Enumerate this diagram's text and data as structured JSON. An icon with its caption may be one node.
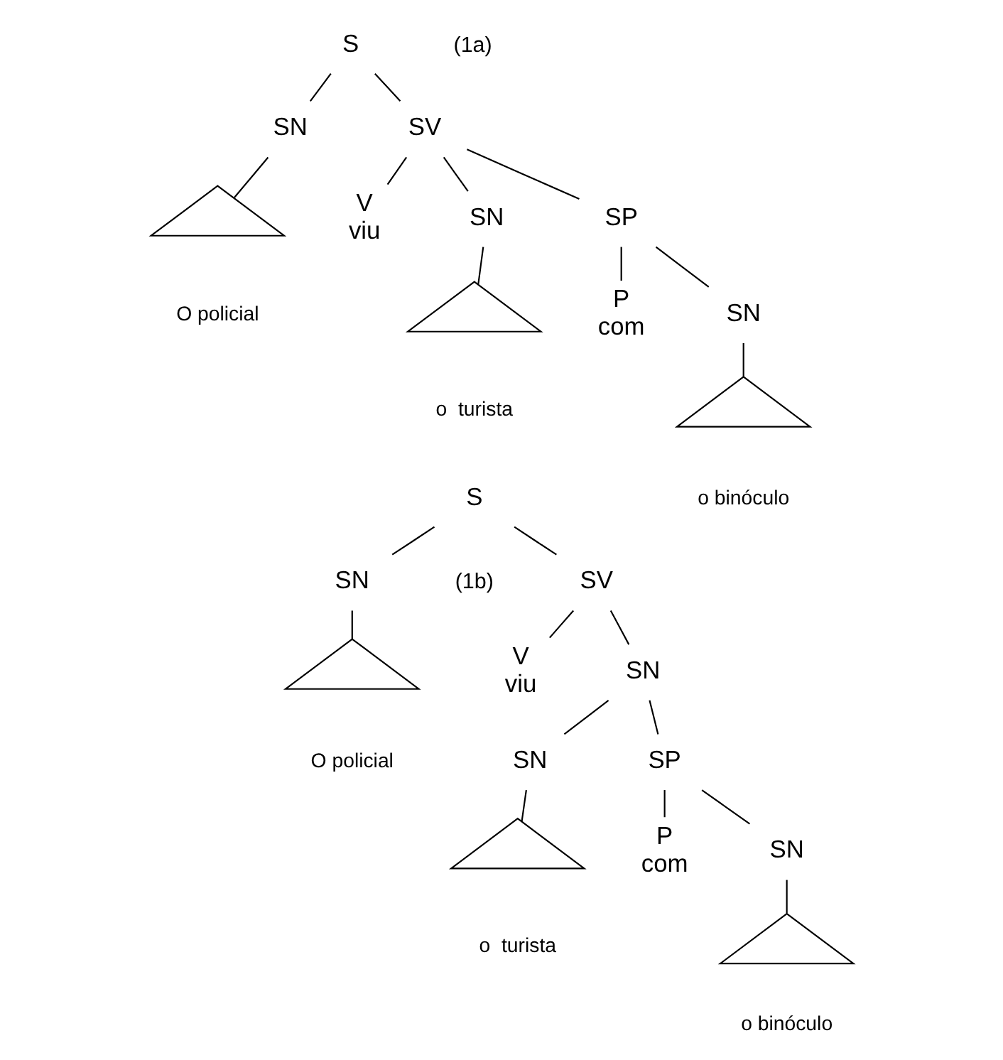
{
  "diagram": {
    "nodes": [
      {
        "text": [
          "S"
        ]
      },
      {
        "text": [
          "SN"
        ]
      },
      {
        "text": [],
        "shape": "triangle",
        "beside": [
          "O policial"
        ]
      },
      {
        "text": [
          "SV"
        ]
      },
      {
        "text": [
          "V",
          "viu"
        ]
      },
      {
        "text": [
          "SN"
        ]
      },
      {
        "text": [],
        "shape": "triangle",
        "beside": [
          "o  turista"
        ]
      },
      {
        "text": [
          "SP"
        ]
      },
      {
        "text": [
          "P",
          "com"
        ]
      },
      {
        "text": [
          "SN"
        ]
      },
      {
        "text": [],
        "shape": "triangle",
        "beside": [
          "o binóculo"
        ]
      },
      {
        "text": [
          "S"
        ]
      },
      {
        "text": [
          "SN"
        ]
      },
      {
        "text": [],
        "shape": "triangle",
        "beside": [
          "O policial"
        ]
      },
      {
        "text": [
          "SV"
        ]
      },
      {
        "text": [
          "V",
          "viu"
        ]
      },
      {
        "text": [
          "SN"
        ]
      },
      {
        "text": [
          "SN"
        ]
      },
      {
        "text": [],
        "shape": "triangle",
        "beside": [
          "o  turista"
        ]
      },
      {
        "text": [
          "SP"
        ]
      },
      {
        "text": [
          "P",
          "com"
        ]
      },
      {
        "text": [
          "SN"
        ]
      },
      {
        "text": [],
        "shape": "triangle",
        "beside": [
          "o binóculo"
        ]
      }
    ],
    "edges": [
      {
        "from": 0,
        "to": 1,
        "arrow": "none"
      },
      {
        "from": 0,
        "to": 3,
        "arrow": "none"
      },
      {
        "from": 1,
        "to": 2,
        "arrow": "none"
      },
      {
        "from": 3,
        "to": 4,
        "arrow": "none"
      },
      {
        "from": 3,
        "to": 5,
        "arrow": "none"
      },
      {
        "from": 3,
        "to": 7,
        "arrow": "none"
      },
      {
        "from": 5,
        "to": 6,
        "arrow": "none"
      },
      {
        "from": 7,
        "to": 8,
        "arrow": "none"
      },
      {
        "from": 7,
        "to": 9,
        "arrow": "none"
      },
      {
        "from": 9,
        "to": 10,
        "arrow": "none"
      },
      {
        "from": 11,
        "to": 12,
        "arrow": "none"
      },
      {
        "from": 11,
        "to": 14,
        "arrow": "none"
      },
      {
        "from": 12,
        "to": 13,
        "arrow": "none"
      },
      {
        "from": 14,
        "to": 15,
        "arrow": "none"
      },
      {
        "from": 14,
        "to": 16,
        "arrow": "none"
      },
      {
        "from": 16,
        "to": 17,
        "arrow": "none"
      },
      {
        "from": 16,
        "to": 19,
        "arrow": "none"
      },
      {
        "from": 17,
        "to": 18,
        "arrow": "none"
      },
      {
        "from": 19,
        "to": 20,
        "arrow": "none"
      },
      {
        "from": 19,
        "to": 21,
        "arrow": "none"
      },
      {
        "from": 21,
        "to": 22,
        "arrow": "none"
      }
    ],
    "labels": [
      "(1a)",
      "(1b)"
    ]
  }
}
